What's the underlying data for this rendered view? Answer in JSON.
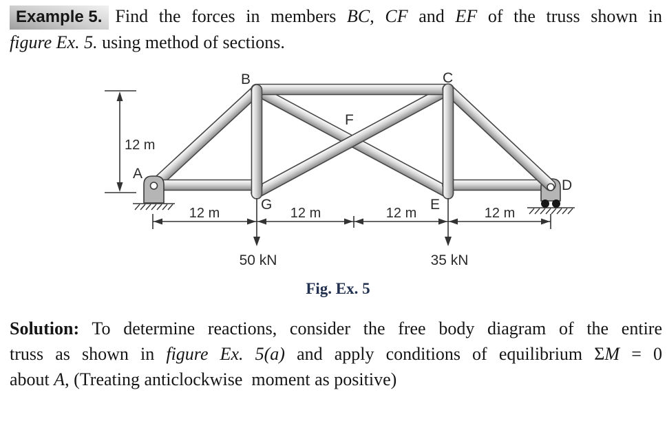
{
  "colors": {
    "page_bg": "#ffffff",
    "text": "#151515",
    "badge_bg_light": "#f1f1f1",
    "badge_bg_dark": "#9d9d9d",
    "member_light": "#ffffff",
    "member_dark": "#8a8a8a",
    "member_outline": "#454545",
    "caption_color": "#223050"
  },
  "intro": {
    "badge": "Example 5.",
    "line1": {
      "p0": "Find the forces in members ",
      "p1": "BC",
      "p2": ", ",
      "p3": "CF",
      "p4": " and ",
      "p5": "EF",
      "p6": " of the truss shown in"
    },
    "line2": {
      "p0": "figure Ex. 5.",
      "p1": " using method of sections."
    }
  },
  "figure": {
    "joint_labels": {
      "a": "A",
      "b": "B",
      "c": "C",
      "d": "D",
      "e": "E",
      "f": "F",
      "g": "G"
    },
    "height_label": "12 m",
    "span_labels": [
      "12 m",
      "12 m",
      "12 m",
      "12 m"
    ],
    "loads": [
      "50 kN",
      "35 kN"
    ],
    "caption": "Fig. Ex. 5"
  },
  "solution": {
    "line1": {
      "p0": "Solution:",
      "p1": " To determine reactions, consider the free body diagram of the entire"
    },
    "line2": {
      "p0": "truss as shown in ",
      "p1": "figure Ex. 5(a)",
      "p2": " and apply conditions of equilibrium ",
      "p3": "Σ",
      "p4": "M",
      "p5": " = 0"
    },
    "line3": {
      "p0": "about ",
      "p1": "A",
      "p2": ", (Treating anticlockwise  moment as positive)"
    }
  }
}
